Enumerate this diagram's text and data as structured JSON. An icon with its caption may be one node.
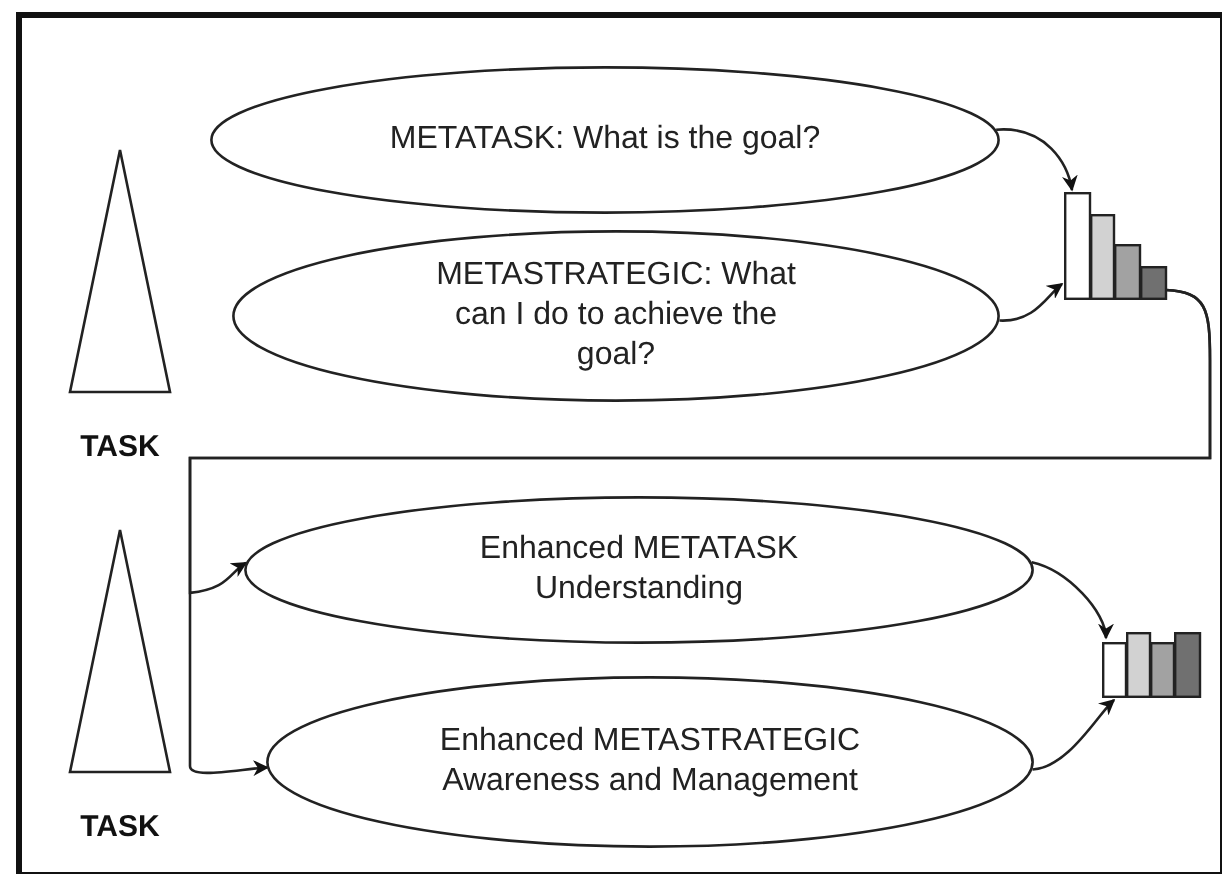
{
  "diagram": {
    "nodes": [
      {
        "text": [
          "TASK"
        ]
      },
      {
        "text": [
          "METATASK: What is the goal?"
        ]
      },
      {
        "text": [
          "METASTRATEGIC: What can I do to achieve the goal?"
        ]
      },
      {
        "text": [],
        "shape": "picture"
      },
      {
        "text": [
          "TASK"
        ]
      },
      {
        "text": [
          "Enhanced METATASK Understanding"
        ]
      },
      {
        "text": [
          "Enhanced METASTRATEGIC Awareness and Management"
        ]
      },
      {
        "text": [],
        "shape": "picture"
      }
    ],
    "edges": [
      {
        "from": 1,
        "to": 3,
        "arrow": "to"
      },
      {
        "from": 2,
        "to": 3,
        "arrow": "to"
      },
      {
        "from": 3,
        "to": 5,
        "arrow": "to"
      },
      {
        "from": 3,
        "to": 6,
        "arrow": "to"
      },
      {
        "from": 5,
        "to": 7,
        "arrow": "to"
      },
      {
        "from": 6,
        "to": 7,
        "arrow": "to"
      }
    ]
  }
}
